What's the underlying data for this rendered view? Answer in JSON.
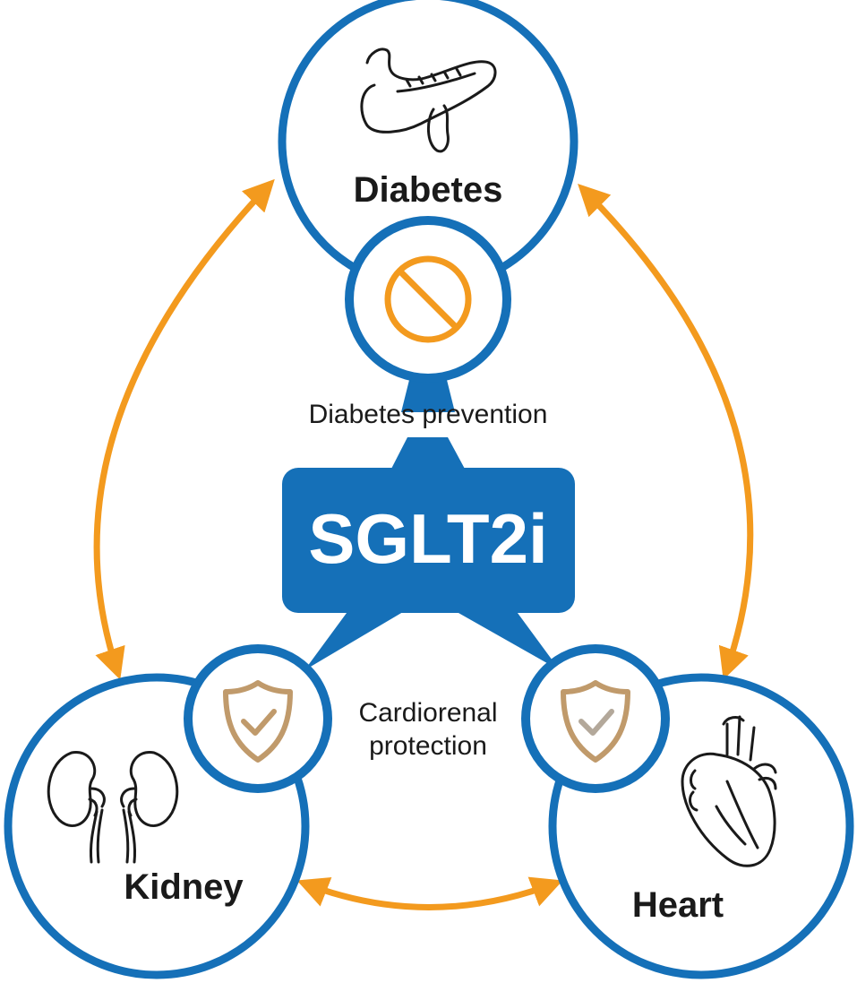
{
  "colors": {
    "blue": "#1570b8",
    "orange": "#f39a1e",
    "shield": "#c09a6b",
    "check_heart": "#b3a89a",
    "outline": "#1a1a1a"
  },
  "center": {
    "label": "SGLT2i"
  },
  "nodes": [
    {
      "id": "diabetes",
      "label": "Diabetes",
      "icon": "pancreas-icon"
    },
    {
      "id": "kidney",
      "label": "Kidney",
      "icon": "kidneys-icon"
    },
    {
      "id": "heart",
      "label": "Heart",
      "icon": "heart-organ-icon"
    }
  ],
  "effects": {
    "prevention": {
      "label": "Diabetes prevention",
      "icon": "prohibited-icon"
    },
    "protection": {
      "line1": "Cardiorenal",
      "line2": "protection",
      "icon": "shield-check-icon"
    }
  },
  "links": [
    {
      "from": "Diabetes",
      "to": "Kidney",
      "direction": "both"
    },
    {
      "from": "Diabetes",
      "to": "Heart",
      "direction": "both"
    },
    {
      "from": "Kidney",
      "to": "Heart",
      "direction": "both"
    }
  ]
}
